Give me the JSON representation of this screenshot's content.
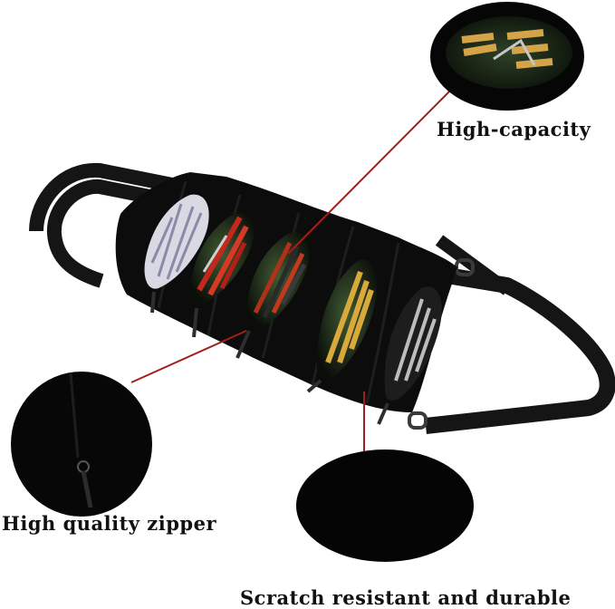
{
  "callouts": {
    "capacity": "High-capacity",
    "zipper": "High quality zipper",
    "scratch": "Scratch resistant and durable"
  },
  "colors": {
    "background": "#ffffff",
    "fabric": "#0b0b0b",
    "strap": "#141414",
    "leader_line": "#a0201c",
    "pocket_lining": "#1f2a1c"
  },
  "icons": {
    "pocket_1": "pliers-and-screwdriver-icon",
    "pocket_2": "red-handle-pliers-icon",
    "pocket_3": "screwdriver-set-icon",
    "pocket_4": "yellow-screwdriver-icon",
    "pocket_5": "wrench-set-icon"
  }
}
